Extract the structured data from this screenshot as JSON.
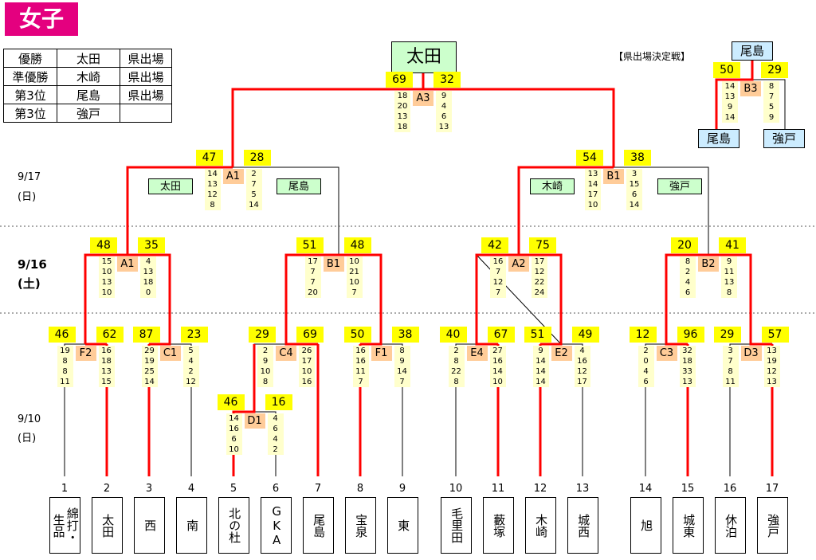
{
  "title": "女子",
  "results_table": [
    [
      "優勝",
      "太田",
      "県出場"
    ],
    [
      "準優勝",
      "木崎",
      "県出場"
    ],
    [
      "第3位",
      "尾島",
      "県出場"
    ],
    [
      "第3位",
      "強戸",
      ""
    ]
  ],
  "champion": "太田",
  "legend_title": "【県出場決定戦】",
  "dates": {
    "d917": "9/17",
    "d917_day": "(日)",
    "d916": "9/16",
    "d916_day": "(土)",
    "d910": "9/10",
    "d910_day": "(日)"
  },
  "teams": [
    "綿打・生品",
    "太田",
    "西",
    "南",
    "北の杜",
    "GKA",
    "尾島",
    "宝泉",
    "東",
    "毛里田",
    "藪塚",
    "木崎",
    "城西",
    "旭",
    "城東",
    "休泊",
    "強戸"
  ],
  "team_numbers": [
    "1",
    "2",
    "3",
    "4",
    "5",
    "6",
    "7",
    "8",
    "9",
    "10",
    "11",
    "12",
    "13",
    "14",
    "15",
    "16",
    "17"
  ],
  "semifinal_winners": {
    "a1_left": "太田",
    "a1_right": "尾島",
    "b1_left": "木崎",
    "b1_right": "強戸"
  },
  "third_place": {
    "top": "尾島",
    "bottom_left": "尾島",
    "bottom_right": "強戸"
  },
  "matches": [
    {
      "label": "D1",
      "s1": "46",
      "s2": "16",
      "sets1": [
        "14",
        "16",
        "6",
        "10"
      ],
      "sets2": [
        "4",
        "6",
        "4",
        "2"
      ]
    },
    {
      "label": "F2",
      "s1": "46",
      "s2": "62",
      "sets1": [
        "19",
        "8",
        "8",
        "11"
      ],
      "sets2": [
        "16",
        "18",
        "13",
        "15"
      ]
    },
    {
      "label": "C1",
      "s1": "87",
      "s2": "23",
      "sets1": [
        "29",
        "19",
        "25",
        "14"
      ],
      "sets2": [
        "5",
        "4",
        "2",
        "12"
      ]
    },
    {
      "label": "C4",
      "s1": "29",
      "s2": "69",
      "sets1": [
        "2",
        "9",
        "10",
        "8"
      ],
      "sets2": [
        "26",
        "17",
        "10",
        "16"
      ]
    },
    {
      "label": "F1",
      "s1": "50",
      "s2": "38",
      "sets1": [
        "16",
        "16",
        "11",
        "7"
      ],
      "sets2": [
        "8",
        "9",
        "14",
        "7"
      ]
    },
    {
      "label": "E4",
      "s1": "40",
      "s2": "67",
      "sets1": [
        "2",
        "8",
        "22",
        "8"
      ],
      "sets2": [
        "27",
        "16",
        "14",
        "10"
      ]
    },
    {
      "label": "E2",
      "s1": "51",
      "s2": "49",
      "sets1": [
        "9",
        "14",
        "14",
        "14"
      ],
      "sets2": [
        "4",
        "16",
        "12",
        "17"
      ]
    },
    {
      "label": "C3",
      "s1": "12",
      "s2": "96",
      "sets1": [
        "2",
        "0",
        "4",
        "6"
      ],
      "sets2": [
        "32",
        "18",
        "33",
        "13"
      ]
    },
    {
      "label": "D3",
      "s1": "29",
      "s2": "57",
      "sets1": [
        "3",
        "7",
        "8",
        "11"
      ],
      "sets2": [
        "13",
        "19",
        "12",
        "13"
      ]
    },
    {
      "label": "A1",
      "s1": "48",
      "s2": "35",
      "sets1": [
        "15",
        "10",
        "13",
        "10"
      ],
      "sets2": [
        "4",
        "13",
        "18",
        "0"
      ]
    },
    {
      "label": "B1",
      "s1": "51",
      "s2": "48",
      "sets1": [
        "17",
        "7",
        "7",
        "20"
      ],
      "sets2": [
        "10",
        "21",
        "10",
        "7"
      ]
    },
    {
      "label": "A2",
      "s1": "42",
      "s2": "75",
      "sets1": [
        "16",
        "7",
        "12",
        "7"
      ],
      "sets2": [
        "17",
        "12",
        "22",
        "24"
      ]
    },
    {
      "label": "B2",
      "s1": "20",
      "s2": "41",
      "sets1": [
        "8",
        "2",
        "4",
        "6"
      ],
      "sets2": [
        "9",
        "11",
        "13",
        "8"
      ]
    },
    {
      "label": "A1",
      "s1": "47",
      "s2": "28",
      "sets1": [
        "14",
        "13",
        "12",
        "8"
      ],
      "sets2": [
        "2",
        "7",
        "5",
        "14"
      ]
    },
    {
      "label": "B1",
      "s1": "54",
      "s2": "38",
      "sets1": [
        "13",
        "14",
        "17",
        "10"
      ],
      "sets2": [
        "3",
        "15",
        "6",
        "14"
      ]
    },
    {
      "label": "A3",
      "s1": "69",
      "s2": "32",
      "sets1": [
        "18",
        "20",
        "13",
        "18"
      ],
      "sets2": [
        "9",
        "4",
        "6",
        "13"
      ]
    },
    {
      "label": "B3",
      "s1": "50",
      "s2": "29",
      "sets1": [
        "14",
        "13",
        "9",
        "14"
      ],
      "sets2": [
        "8",
        "7",
        "5",
        "9"
      ]
    }
  ],
  "colors": {
    "title_bg": "#e4007f",
    "win_line": "#ff0000",
    "score_bg": "#ffff00",
    "sets_bg": "#ffffcc",
    "label_bg": "#ffcc99",
    "name_bg": "#ccffcc",
    "third_bg": "#ccecff"
  }
}
